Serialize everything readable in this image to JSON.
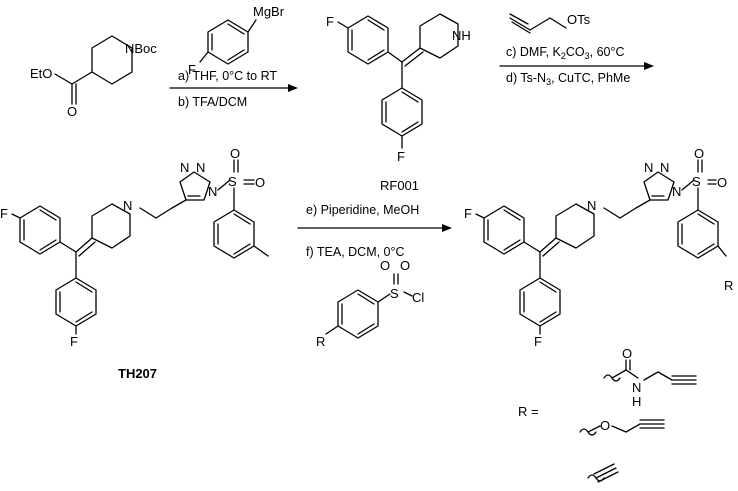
{
  "reagents": {
    "grignard": "MgBr",
    "propargyl_tosylate": "OTs",
    "sulfonyl_chloride_r": "R"
  },
  "conditions": {
    "a": "a) THF,  0°C to RT",
    "b": "b) TFA/DCM",
    "c_prefix": "c) DMF, K",
    "c_sub": "2",
    "c_mid": "CO",
    "c_sub2": "3",
    "c_suffix": ", 60°C",
    "d_prefix": "d) Ts-N",
    "d_sub": "3",
    "d_suffix": ", CuTC, PhMe",
    "e": "e) Piperidine, MeOH",
    "f": "f) TEA, DCM, 0°C"
  },
  "compounds": {
    "rf001": "RF001",
    "th207": "TH207",
    "product_r": "R"
  },
  "atoms": {
    "F": "F",
    "N": "N",
    "NH": "NH",
    "NBoc": "NBoc",
    "EtO": "EtO",
    "O": "O",
    "S": "S",
    "Cl": "Cl",
    "H": "H"
  },
  "r_group": {
    "label": "R ="
  },
  "colors": {
    "ink": "#000000",
    "background": "#ffffff"
  }
}
